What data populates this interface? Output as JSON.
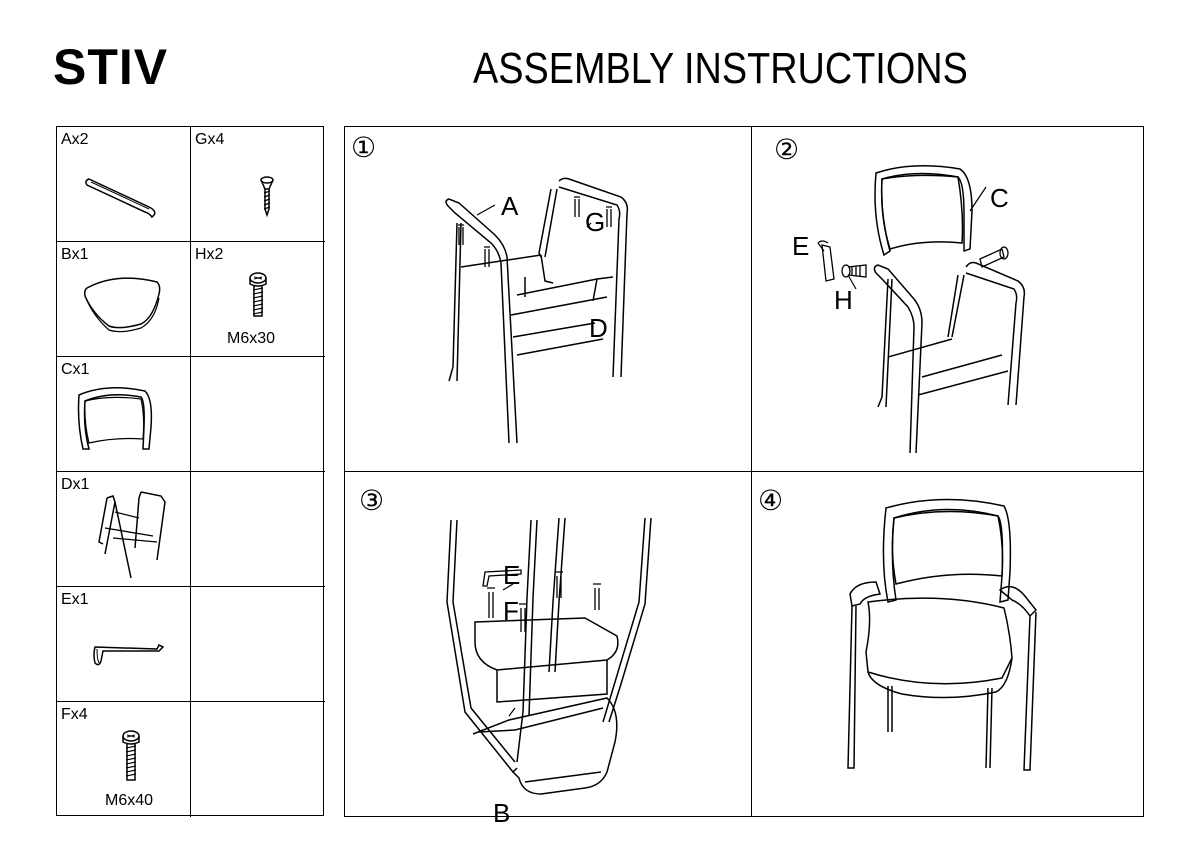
{
  "header": {
    "brand": "STIV",
    "title": "ASSEMBLY INSTRUCTIONS"
  },
  "parts": {
    "A": {
      "label": "Ax2",
      "name": "armrest"
    },
    "G": {
      "label": "Gx4",
      "name": "wood-screw"
    },
    "B": {
      "label": "Bx1",
      "name": "seat"
    },
    "H": {
      "label": "Hx2",
      "spec": "M6x30",
      "name": "bolt"
    },
    "C": {
      "label": "Cx1",
      "name": "backrest"
    },
    "D": {
      "label": "Dx1",
      "name": "frame"
    },
    "E": {
      "label": "Ex1",
      "name": "allen-key"
    },
    "F": {
      "label": "Fx4",
      "spec": "M6x40",
      "name": "bolt"
    }
  },
  "steps": [
    {
      "number": "①",
      "labels": [
        "A",
        "G",
        "D"
      ]
    },
    {
      "number": "②",
      "labels": [
        "C",
        "E",
        "H"
      ]
    },
    {
      "number": "③",
      "labels": [
        "E",
        "F",
        "B"
      ]
    },
    {
      "number": "④",
      "labels": []
    }
  ]
}
